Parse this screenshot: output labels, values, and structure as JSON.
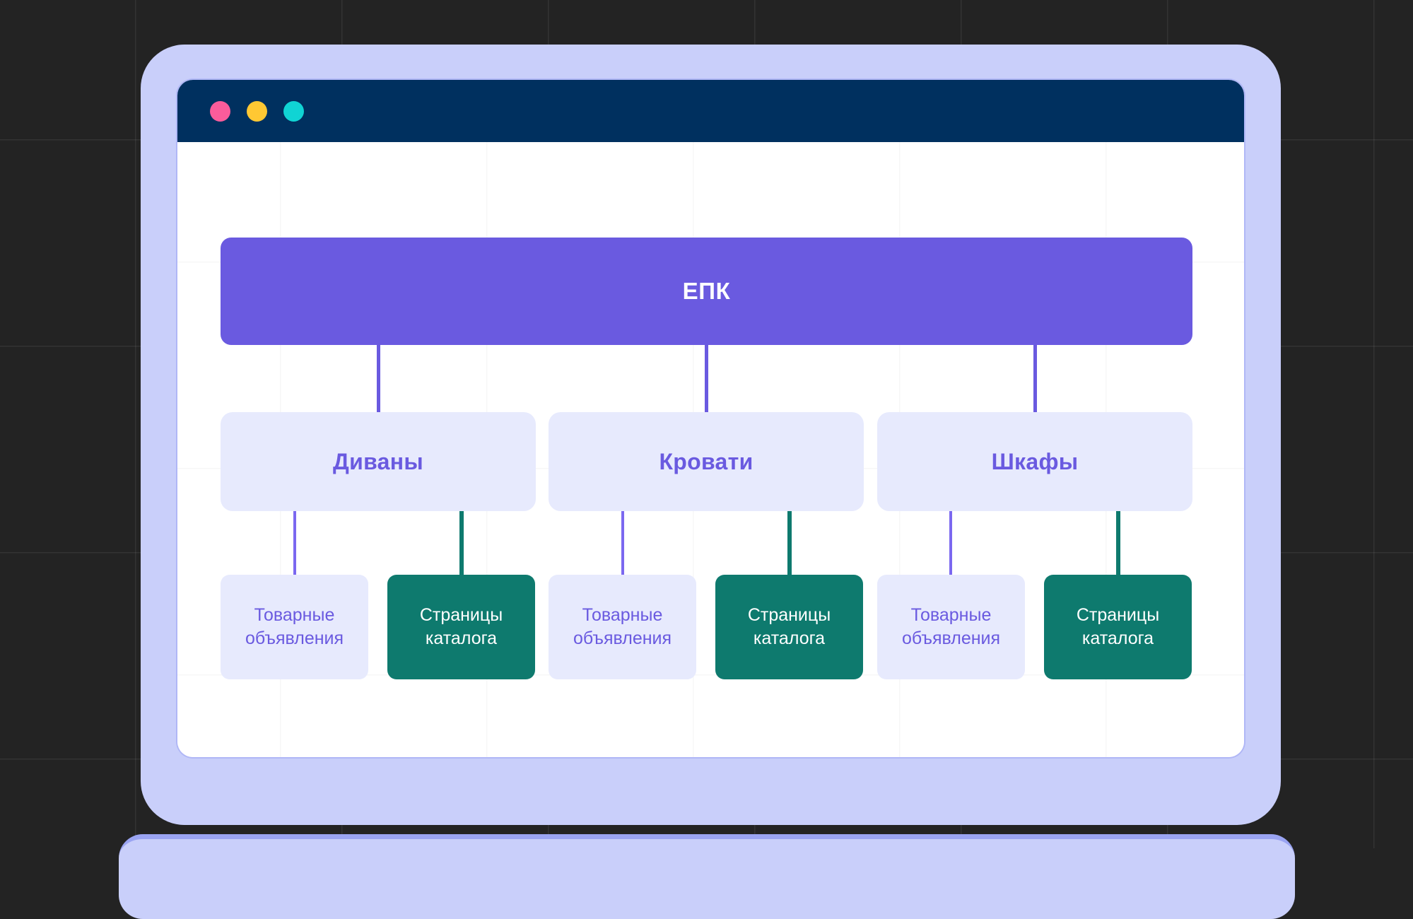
{
  "background": {
    "color": "#232323",
    "grid_line_color": "rgba(255,255,255,0.075)"
  },
  "window": {
    "frame_color": "#C9CFFA",
    "titlebar_color": "#00305F",
    "canvas_color": "#ffffff",
    "traffic_lights": [
      {
        "name": "close",
        "color": "#FA5C9B"
      },
      {
        "name": "minimize",
        "color": "#FFC833"
      },
      {
        "name": "maximize",
        "color": "#10D4D4"
      }
    ]
  },
  "diagram": {
    "type": "hierarchy-tree",
    "accent_purple": "#6A5AE0",
    "accent_light": "#E7EAFD",
    "accent_teal": "#0E7A6E",
    "root": {
      "label": "ЕПК"
    },
    "categories": [
      {
        "label": "Диваны"
      },
      {
        "label": "Кровати"
      },
      {
        "label": "Шкафы"
      }
    ],
    "leaves": [
      {
        "line1": "Товарные",
        "line2": "объявления",
        "style": "light"
      },
      {
        "line1": "Страницы",
        "line2": "каталога",
        "style": "teal"
      },
      {
        "line1": "Товарные",
        "line2": "объявления",
        "style": "light"
      },
      {
        "line1": "Страницы",
        "line2": "каталога",
        "style": "teal"
      },
      {
        "line1": "Товарные",
        "line2": "объявления",
        "style": "light"
      },
      {
        "line1": "Страницы",
        "line2": "каталога",
        "style": "teal"
      }
    ]
  }
}
